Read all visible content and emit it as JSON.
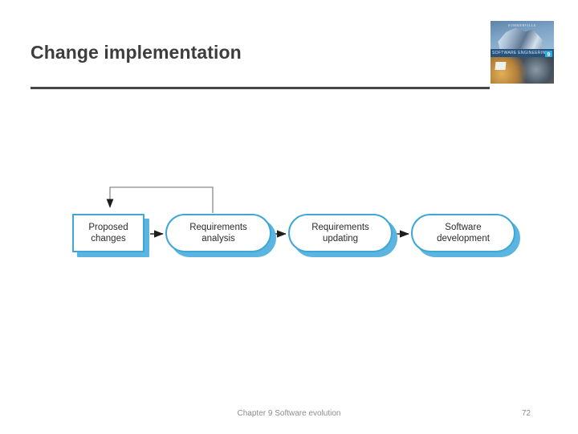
{
  "slide": {
    "title": "Change implementation",
    "footer_note": "Chapter 9 Software evolution",
    "page_number": "72"
  },
  "book_cover": {
    "author": "SOMMERVILLE",
    "series_title": "SOFTWARE ENGINEERING",
    "edition_badge": "9"
  },
  "diagram": {
    "type": "flowchart",
    "accent_color": "#3fa7d6",
    "shadow_color": "#5cb5e0",
    "nodes": [
      {
        "id": "proposed-changes",
        "label": "Proposed\nchanges",
        "line1": "Proposed",
        "line2": "changes",
        "shape": "rect"
      },
      {
        "id": "requirements-analysis",
        "label": "Requirements\nanalysis",
        "line1": "Requirements",
        "line2": "analysis",
        "shape": "stadium"
      },
      {
        "id": "requirements-updating",
        "label": "Requirements\nupdating",
        "line1": "Requirements",
        "line2": "updating",
        "shape": "stadium"
      },
      {
        "id": "software-development",
        "label": "Software\ndevelopment",
        "line1": "Software",
        "line2": "development",
        "shape": "stadium"
      }
    ],
    "edges": [
      {
        "from": "proposed-changes",
        "to": "requirements-analysis",
        "kind": "arrow"
      },
      {
        "from": "requirements-analysis",
        "to": "requirements-updating",
        "kind": "arrow"
      },
      {
        "from": "requirements-updating",
        "to": "software-development",
        "kind": "arrow"
      },
      {
        "from": "requirements-analysis",
        "to": "proposed-changes",
        "kind": "feedback-loop"
      }
    ]
  }
}
